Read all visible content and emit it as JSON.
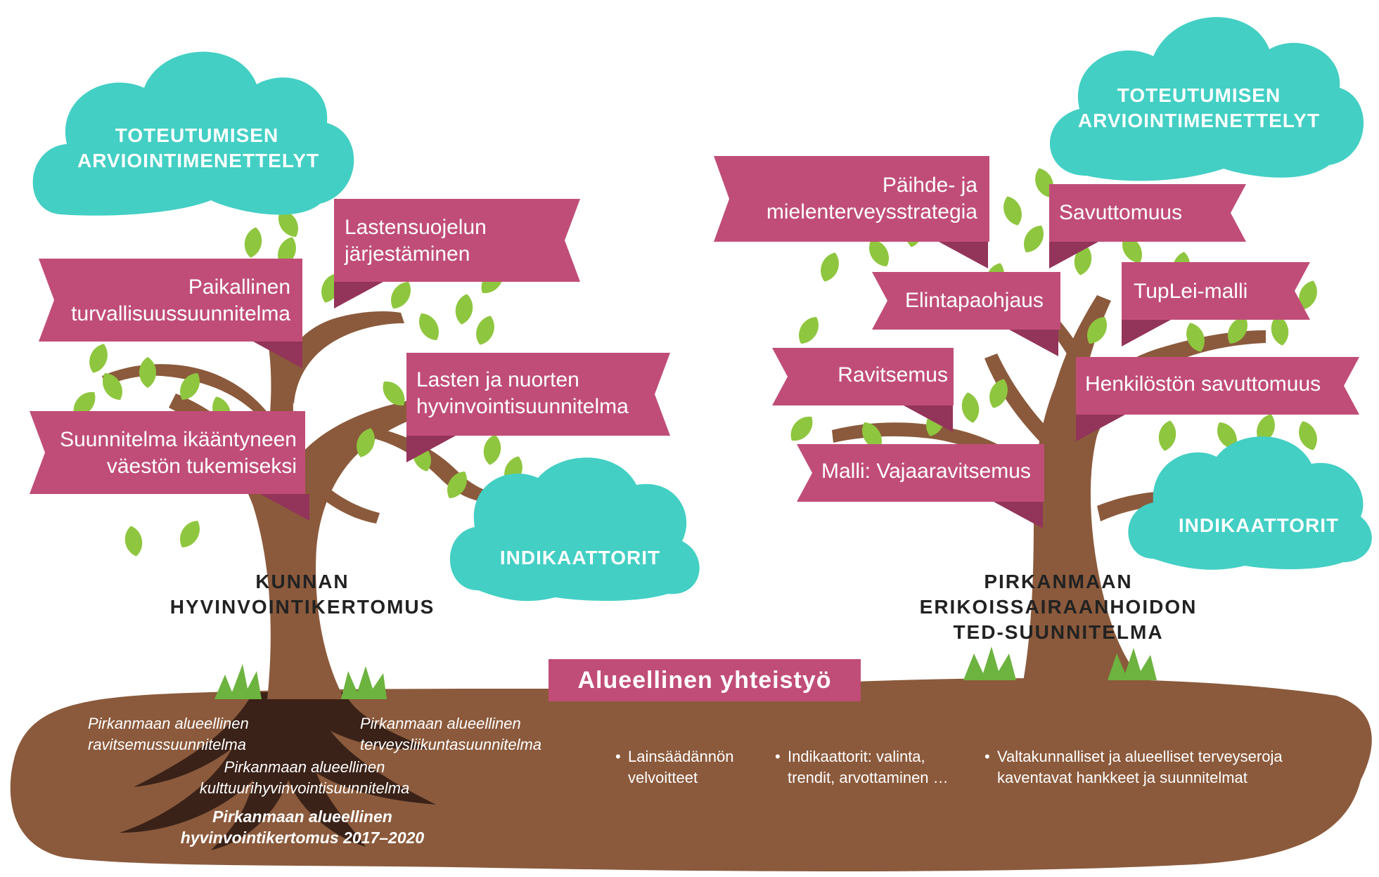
{
  "colors": {
    "ribbon": "#c04d78",
    "ribbon_fold": "#93345a",
    "cloud": "#43cfc4",
    "trunk": "#8b5a3c",
    "ground": "#8b5a3c",
    "root_dark": "#3a2218",
    "leaf": "#8fc63f",
    "grass": "#6db33f"
  },
  "left_tree": {
    "title_line1": "KUNNAN",
    "title_line2": "HYVINVOINTIKERTOMUS",
    "cloud_top_line1": "TOTEUTUMISEN",
    "cloud_top_line2": "ARVIOINTIMENETTELYT",
    "cloud_indicators": "INDIKAATTORIT",
    "ribbons": {
      "paikallinen_1": "Paikallinen",
      "paikallinen_2": "turvallisuussuunnitelma",
      "lastensuojelu_1": "Lastensuojelun",
      "lastensuojelu_2": "järjestäminen",
      "lasten_nuorten_1": "Lasten ja nuorten",
      "lasten_nuorten_2": "hyvinvointisuunnitelma",
      "ikaantyneet_1": "Suunnitelma ikääntyneen",
      "ikaantyneet_2": "väestön tukemiseksi"
    }
  },
  "right_tree": {
    "title_line1": "PIRKANMAAN",
    "title_line2": "ERIKOISSAIRAANHOIDON",
    "title_line3": "TED-SUUNNITELMA",
    "cloud_top_line1": "TOTEUTUMISEN",
    "cloud_top_line2": "ARVIOINTIMENETTELYT",
    "cloud_indicators": "INDIKAATTORIT",
    "ribbons": {
      "paihde_1": "Päihde- ja",
      "paihde_2": "mielenterveysstrategia",
      "savuttomuus": "Savuttomuus",
      "elintapaohjaus": "Elintapaohjaus",
      "tuplei": "TupLei-malli",
      "ravitsemus": "Ravitsemus",
      "henkilosto": "Henkilöstön savuttomuus",
      "vajaaravitsemus": "Malli: Vajaaravitsemus"
    }
  },
  "ground": {
    "banner": "Alueellinen yhteistyö",
    "roots": {
      "ravitsemus_1": "Pirkanmaan alueellinen",
      "ravitsemus_2": "ravitsemussuunnitelma",
      "terveysliikunta_1": "Pirkanmaan alueellinen",
      "terveysliikunta_2": "terveysliikuntasuunnitelma",
      "kulttuuri_1": "Pirkanmaan alueellinen",
      "kulttuuri_2": "kulttuurihyvinvointisuunnitelma",
      "kertomus_1": "Pirkanmaan alueellinen",
      "kertomus_2": "hyvinvointikertomus 2017–2020"
    },
    "bullets": {
      "b1_1": "Lainsäädännön",
      "b1_2": "velvoitteet",
      "b2_1": "Indikaattorit: valinta,",
      "b2_2": "trendit, arvottaminen …",
      "b3_1": "Valtakunnalliset ja alueelliset terveyseroja",
      "b3_2": "kaventavat hankkeet ja suunnitelmat"
    }
  }
}
